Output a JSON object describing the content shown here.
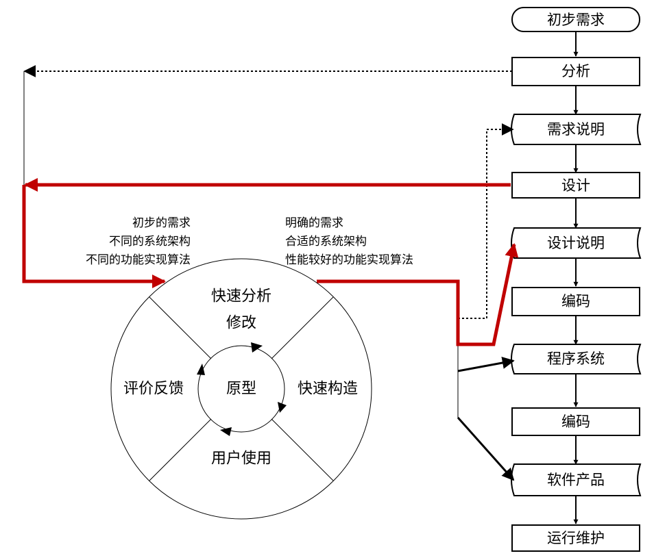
{
  "flow": {
    "start": "初步需求",
    "analysis": "分析",
    "req_spec": "需求说明",
    "design": "设计",
    "design_spec": "设计说明",
    "coding1": "编码",
    "program_system": "程序系统",
    "coding2": "编码",
    "software_product": "软件产品",
    "maintenance": "运行维护"
  },
  "prototype_cycle": {
    "center": "原型",
    "top_line1": "快速分析",
    "top_line2": "修改",
    "right": "快速构造",
    "bottom": "用户使用",
    "left": "评价反馈"
  },
  "notes": {
    "left": [
      "初步的需求",
      "不同的系统架构",
      "不同的功能实现算法"
    ],
    "right": [
      "明确的需求",
      "合适的系统架构",
      "性能较好的功能实现算法"
    ]
  },
  "colors": {
    "highlight_path": "#c00000",
    "lines": "#000000"
  }
}
